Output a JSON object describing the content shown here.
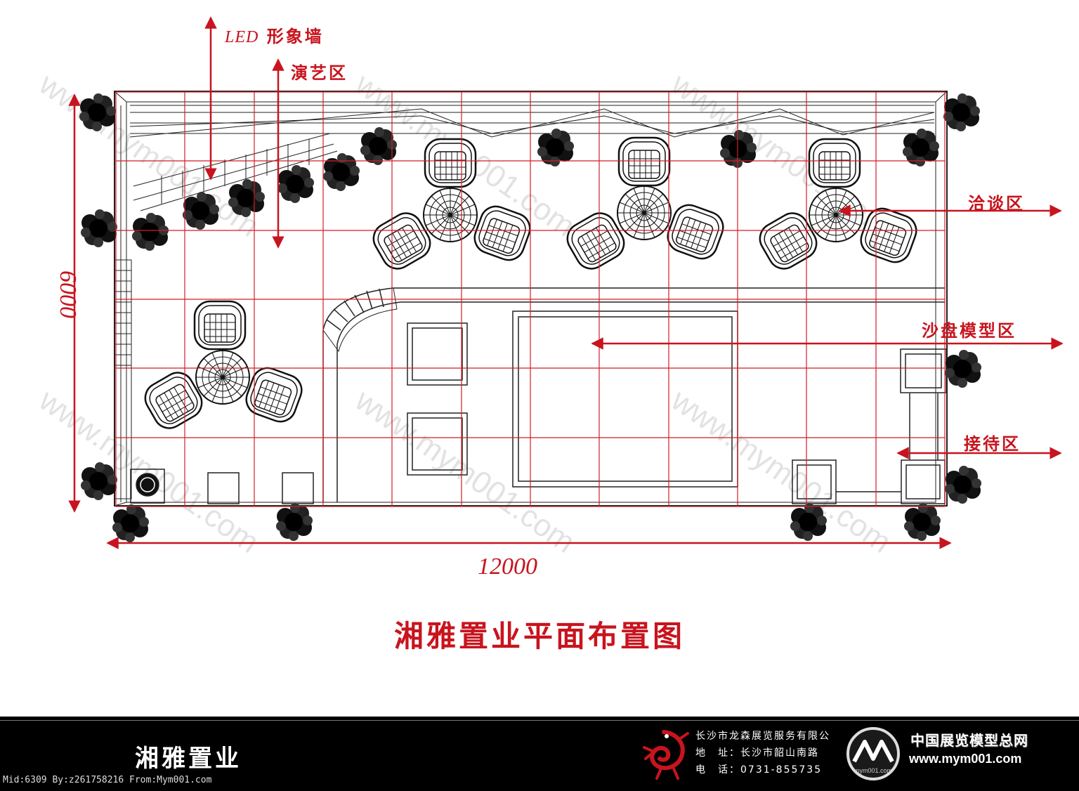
{
  "labels": {
    "led_prefix": "LED",
    "led_wall": "形象墙",
    "performance": "演艺区",
    "negotiation": "洽谈区",
    "sand_table": "沙盘模型区",
    "reception": "接待区"
  },
  "dimensions": {
    "height": "6000",
    "width": "12000"
  },
  "title": "湘雅置业平面布置图",
  "footer": {
    "brand": "湘雅置业",
    "company": "长沙市龙森展览服务有限公",
    "address": "地　址：长沙市韶山南路",
    "phone": "电　话：0731-855735",
    "network_name": "中国展览模型总网",
    "network_url": "www.mym001.com",
    "logo_text": "mym001.com",
    "meta": "Mid:6309 By:z261758216 From:Mym001.com"
  },
  "watermark": "www.mym001.com",
  "colors": {
    "accent_red": "#c8141e",
    "line": "#222222",
    "footer_bg": "#000000"
  }
}
